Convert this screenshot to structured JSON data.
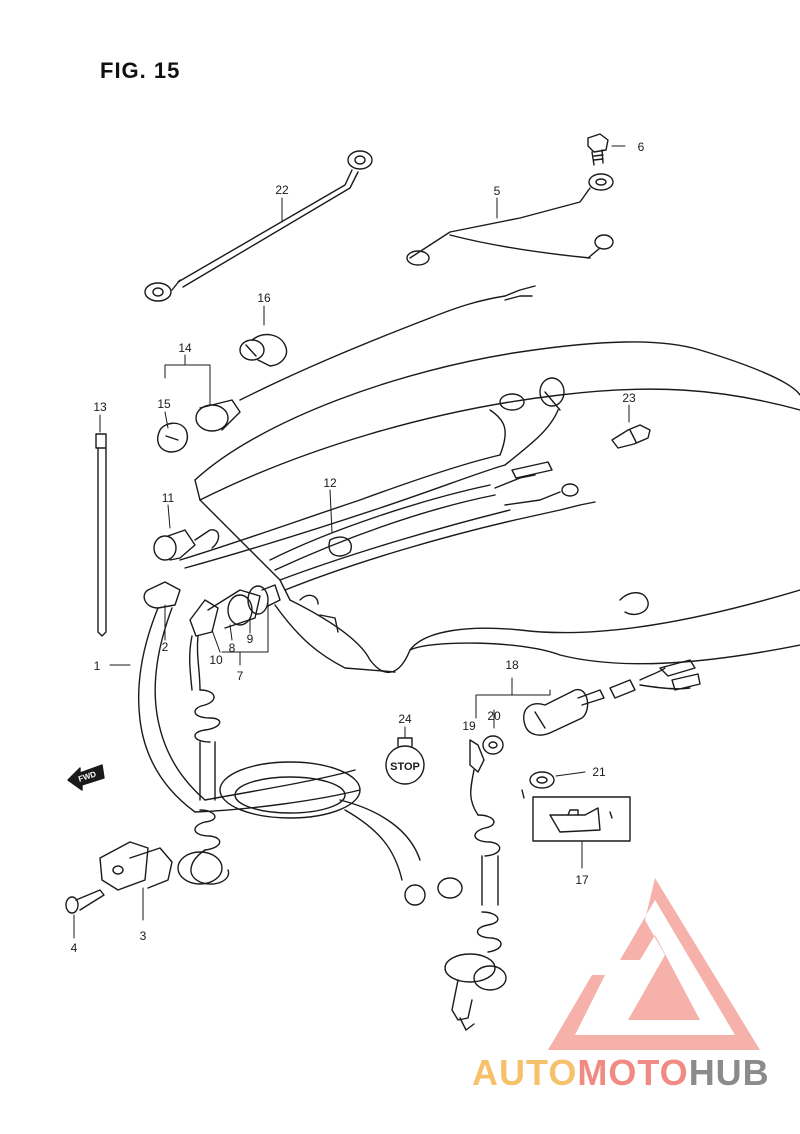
{
  "figure": {
    "title": "FIG. 15"
  },
  "callouts": [
    "1",
    "2",
    "3",
    "4",
    "5",
    "6",
    "7",
    "8",
    "9",
    "10",
    "11",
    "12",
    "13",
    "14",
    "15",
    "16",
    "17",
    "18",
    "19",
    "20",
    "21",
    "22",
    "23",
    "24"
  ],
  "labels": {
    "stop": "STOP",
    "fwd": "FWD"
  },
  "watermark": {
    "part1": "AUTO",
    "part2": "MOTO",
    "part3": "HUB",
    "colors": {
      "triangle": "#f4a39c",
      "auto": "#f6c16b",
      "moto": "#f08a82",
      "hub": "#8b8b8b"
    }
  },
  "colors": {
    "line": "#1a1a1a",
    "background": "#ffffff"
  }
}
